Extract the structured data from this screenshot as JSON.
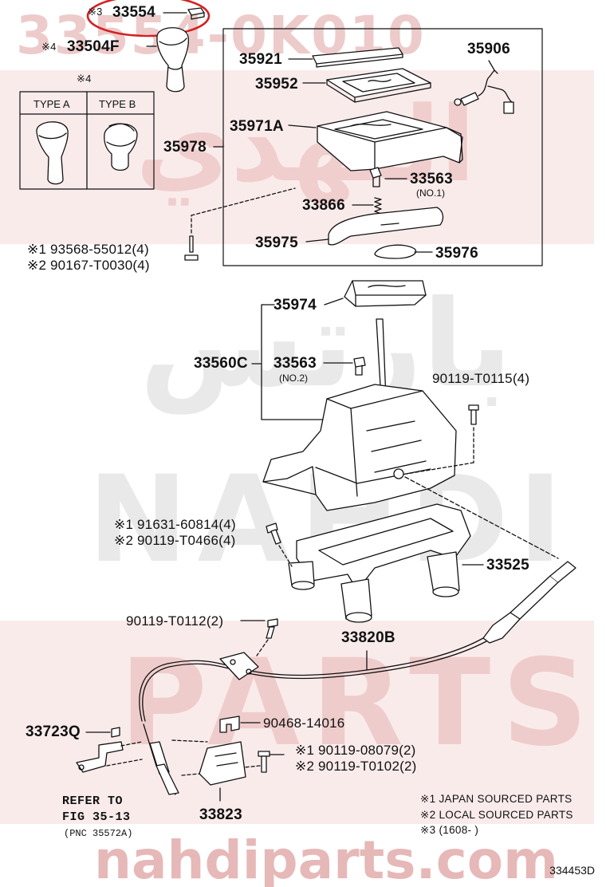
{
  "watermarks": {
    "top_code": "33554-0K010",
    "arabic_1": "النهدي",
    "arabic_2": "بارتس",
    "latin_1": "NAHDI",
    "latin_2": "PARTS",
    "domain": "nahdiparts.com"
  },
  "top_markers": {
    "m3": "※3",
    "m4a": "※4",
    "m4b": "※4"
  },
  "part_labels": {
    "p33554": "33554",
    "p33504f": "33504F",
    "p35921": "35921",
    "p35906": "35906",
    "p35952": "35952",
    "p35971a": "35971A",
    "p35978": "35978",
    "p33563a": "33563",
    "no1": "(NO.1)",
    "p33866": "33866",
    "p35975": "35975",
    "p35976": "35976",
    "p35974": "35974",
    "p33560c": "33560C",
    "p33563b": "33563",
    "no2": "(NO.2)",
    "p90119_t0115": "90119-T0115(4)",
    "p33525": "33525",
    "p90119_t0112": "90119-T0112(2)",
    "p33820b": "33820B",
    "p33723q": "33723Q",
    "p90468": "90468-14016",
    "p33823": "33823"
  },
  "bolt_labels": {
    "a1": "※1 93568-55012(4)",
    "a2": "※2 90167-T0030(4)",
    "b1": "※1 91631-60814(4)",
    "b2": "※2 90119-T0466(4)",
    "c1": "※1 90119-08079(2)",
    "c2": "※2 90119-T0102(2)"
  },
  "type_table": {
    "type_a": "TYPE A",
    "type_b": "TYPE B"
  },
  "refer": {
    "line1": "REFER TO",
    "line2": "FIG 35-13",
    "line3": "(PNC 35572A)"
  },
  "notes": {
    "n1": "※1 JAPAN SOURCED PARTS",
    "n2": "※2 LOCAL SOURCED PARTS",
    "n3": "※3 (1608-      )"
  },
  "diagram_code": "334453D",
  "colors": {
    "highlight_circle": "#d42020",
    "watermark": "#b01818",
    "line": "#111111"
  }
}
